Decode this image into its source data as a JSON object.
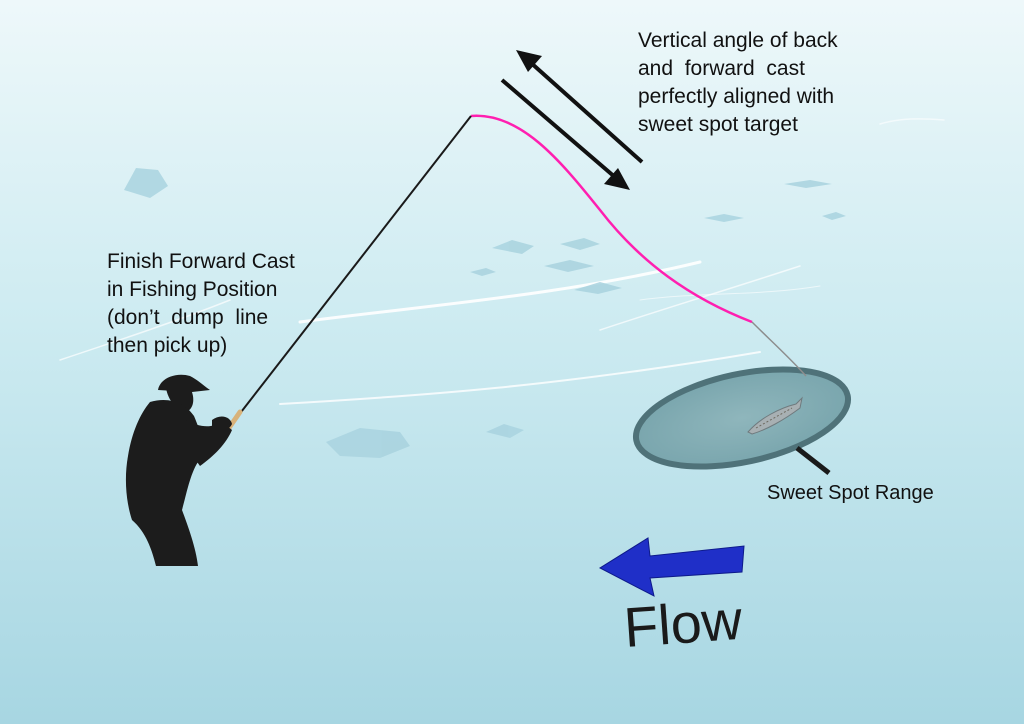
{
  "labels": {
    "vertical_angle": "Vertical angle of back\nand  forward  cast\nperfectly aligned with\nsweet spot target",
    "finish_cast": "Finish Forward Cast\nin Fishing Position\n(don’t  dump  line\nthen pick up)",
    "sweet_spot": "Sweet Spot Range",
    "flow": "Flow"
  },
  "colors": {
    "water_top": "#e9f6f9",
    "water_bottom": "#a9d7e3",
    "fly_line": "#ff1fb0",
    "rod": "#1a1a1a",
    "flow_arrow": "#1f2fc8",
    "sweet_spot_fill": "#7fa9b0",
    "sweet_spot_edge": "#4d6f76",
    "angler": "#1c1c1c"
  }
}
